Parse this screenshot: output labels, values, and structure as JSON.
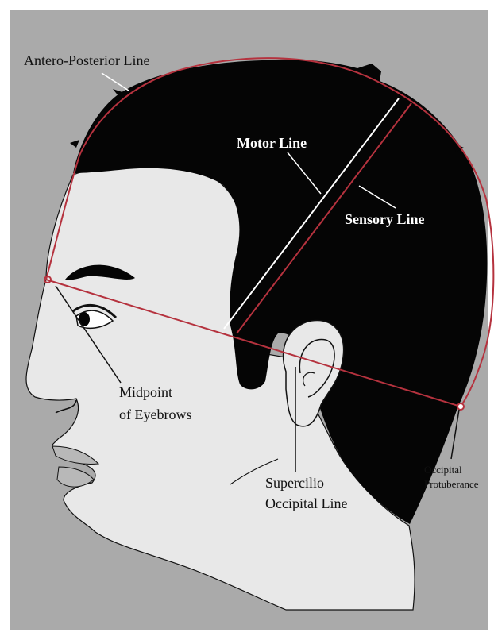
{
  "labels": {
    "antero_posterior_line": "Antero-Posterior Line",
    "motor_line": "Motor Line",
    "sensory_line": "Sensory Line",
    "midpoint_line1": "Midpoint",
    "midpoint_line2": "of Eyebrows",
    "supercilio_line1": "Supercilio",
    "supercilio_line2": "Occipital Line",
    "occipital_line1": "Occipital",
    "occipital_line2": "Protuberance"
  },
  "colors": {
    "background": "#aaaaaa",
    "frame": "#ffffff",
    "skin": "#e8e8e8",
    "hair": "#050505",
    "guide_line": "#b5323e",
    "motor_line": "#ffffff",
    "outline": "#111111"
  }
}
